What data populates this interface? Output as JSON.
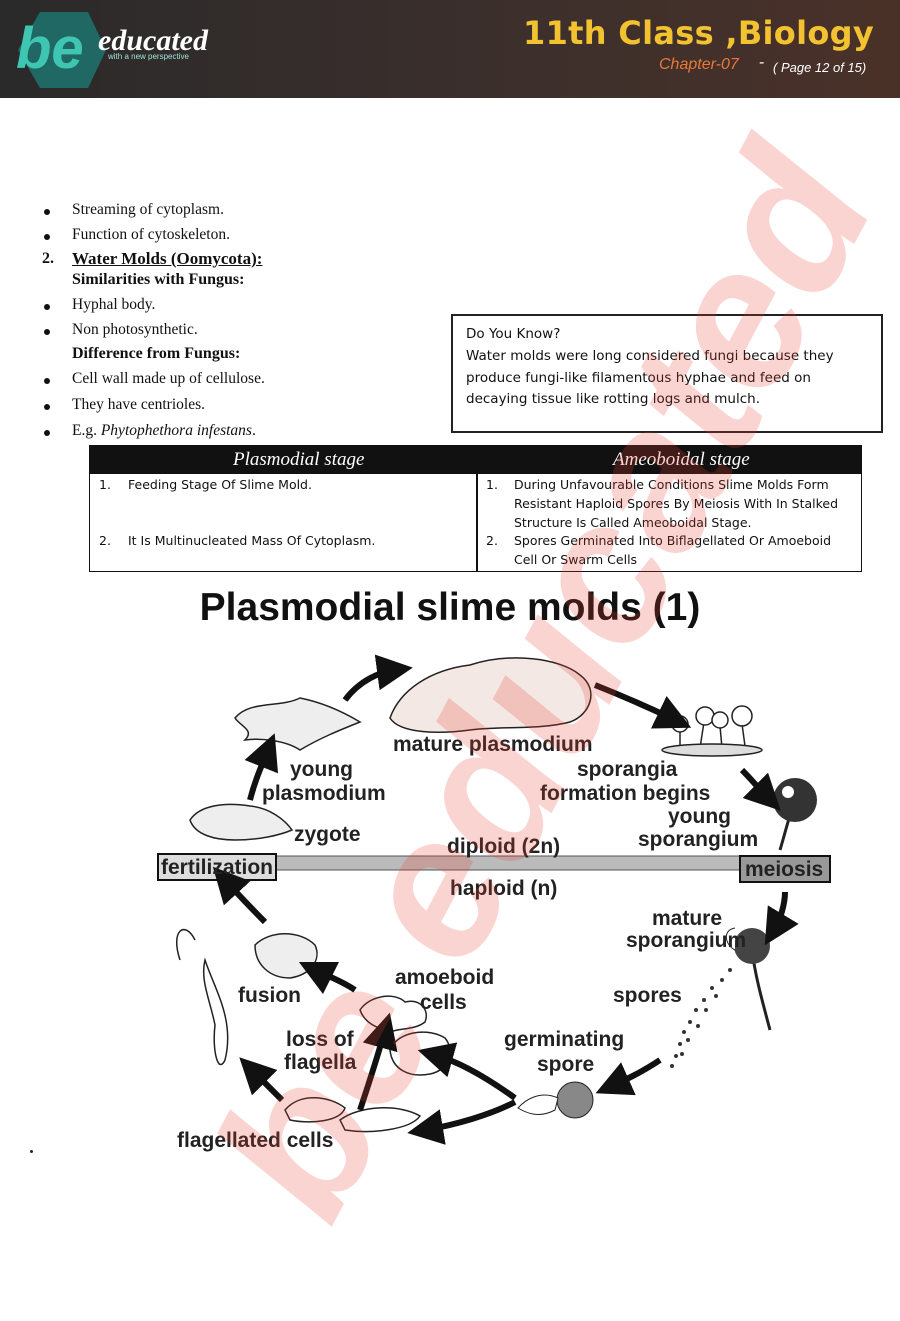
{
  "header": {
    "logo_text": "be educated",
    "logo_tagline": "with a new perspective",
    "title": "11th Class ,Biology",
    "chapter": "Chapter-07",
    "page": "( Page 12 of 15)",
    "colors": {
      "title": "#f2c230",
      "chapter": "#e8793a",
      "logo": "#3ec6b3"
    }
  },
  "list": {
    "b1": "Streaming of cytoplasm.",
    "b2": "Function of cytoskeleton.",
    "n2": "2.",
    "water_molds": "Water Molds (Oomycota):",
    "similarities": "Similarities with Fungus:",
    "b3": "Hyphal body.",
    "b4": "Non photosynthetic.",
    "difference": "Difference from Fungus:",
    "b5": "Cell wall made up of cellulose.",
    "b6": "They have centrioles.",
    "b7_prefix": "E.g. ",
    "b7_italic": "Phytophethora infestans",
    "b7_suffix": "."
  },
  "did_you_know": {
    "title": "Do You Know?",
    "body": "Water molds were long considered fungi because they produce fungi-like filamentous hyphae and feed on decaying tissue like rotting logs and mulch."
  },
  "table": {
    "headers": [
      "Plasmodial stage",
      "Ameoboidal stage"
    ],
    "left": [
      {
        "n": "1.",
        "text": "Feeding Stage Of Slime Mold."
      },
      {
        "n": "2.",
        "text": "It Is Multinucleated Mass Of Cytoplasm."
      }
    ],
    "right": [
      {
        "n": "1.",
        "text": "During Unfavourable Conditions Slime Molds Form Resistant Haploid Spores By Meiosis With In Stalked Structure Is Called Ameoboidal Stage."
      },
      {
        "n": "2.",
        "text": "Spores Germinated Into Biflagellated Or Amoeboid Cell Or Swarm Cells"
      }
    ]
  },
  "diagram": {
    "title": "Plasmodial slime molds (1)",
    "labels": {
      "mature_plasmodium": "mature plasmodium",
      "young_plasmodium_1": "young",
      "young_plasmodium_2": "plasmodium",
      "sporangia_1": "sporangia",
      "sporangia_2": "formation begins",
      "young_sporangium_1": "young",
      "young_sporangium_2": "sporangium",
      "zygote": "zygote",
      "diploid": "diploid (2n)",
      "fertilization": "fertilization",
      "meiosis": "meiosis",
      "haploid": "haploid (n)",
      "mature_sporangium_1": "mature",
      "mature_sporangium_2": "sporangium",
      "amoeboid_1": "amoeboid",
      "amoeboid_2": "cells",
      "fusion": "fusion",
      "spores": "spores",
      "loss_1": "loss of",
      "loss_2": "flagella",
      "germinating_1": "germinating",
      "germinating_2": "spore",
      "flagellated": "flagellated cells"
    }
  },
  "watermark_text": "be educated"
}
